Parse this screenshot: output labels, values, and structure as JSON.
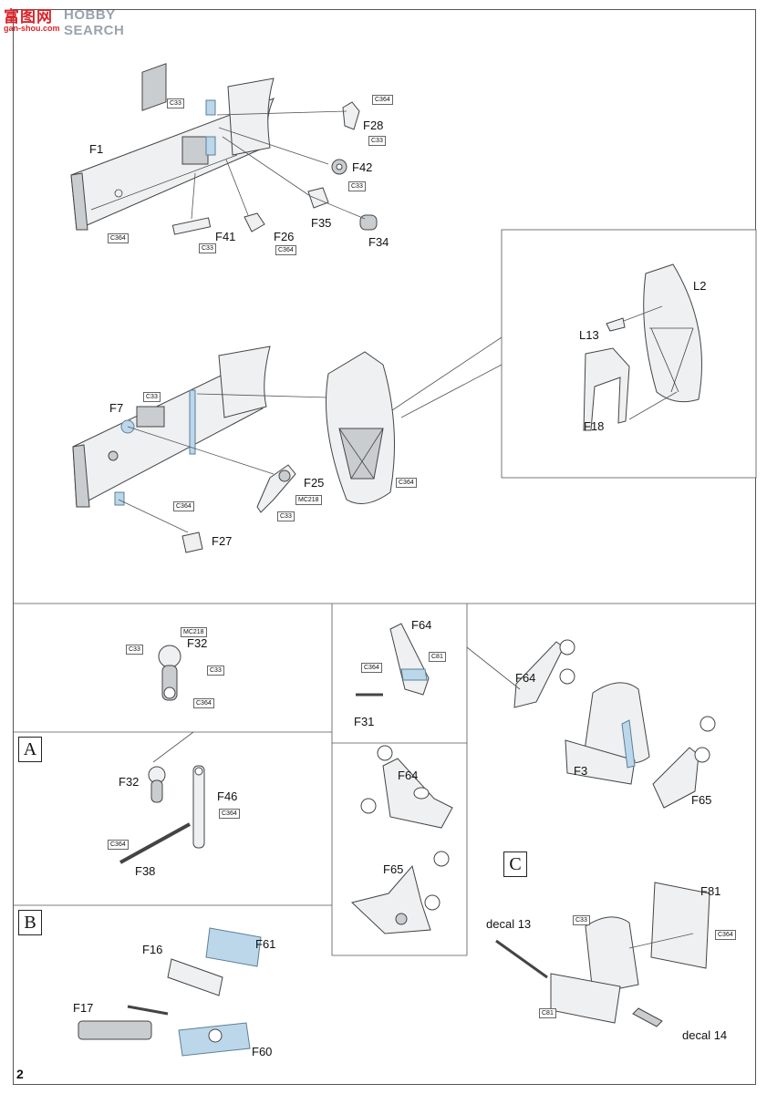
{
  "logo": {
    "cn": "富图网",
    "en": "HOBBY SEARCH",
    "url": "gan-shou.com"
  },
  "page_number": "2",
  "steps": {
    "a": "A",
    "b": "B",
    "c": "C"
  },
  "refs": {
    "c33": "C33",
    "c364": "C364",
    "c81": "C81",
    "mc218": "MC218"
  },
  "parts": {
    "f1": "F1",
    "f7": "F7",
    "f25": "F25",
    "f26": "F26",
    "f27": "F27",
    "f28": "F28",
    "f34": "F34",
    "f35": "F35",
    "f41": "F41",
    "f42": "F42",
    "l2": "L2",
    "l13": "L13",
    "f18": "F18",
    "f32": "F32",
    "f46": "F46",
    "f38": "F38",
    "f31": "F31",
    "f64": "F64",
    "f65": "F65",
    "f3": "F3",
    "f16": "F16",
    "f61": "F61",
    "f17": "F17",
    "f60": "F60",
    "f81": "F81",
    "decal13": "decal 13",
    "decal14": "decal 14"
  }
}
